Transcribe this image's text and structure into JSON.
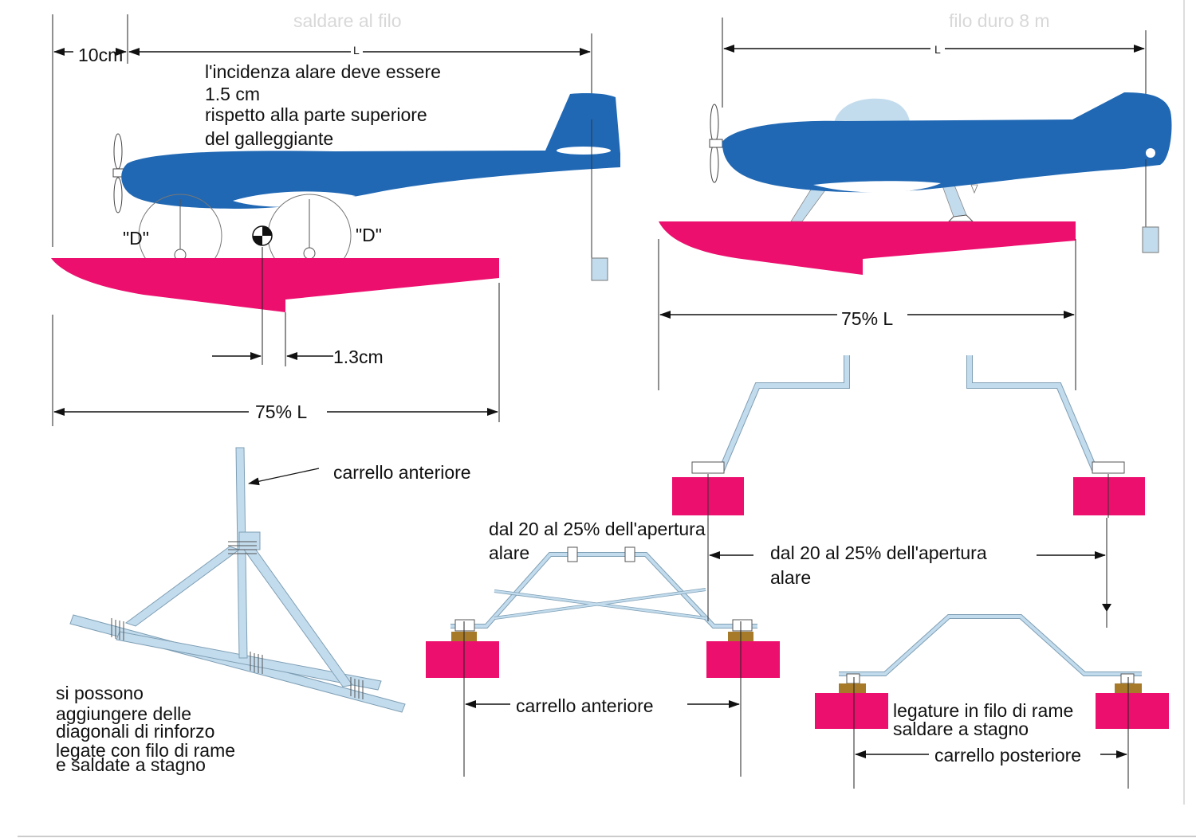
{
  "colors": {
    "fuselage": "#2068b4",
    "float": "#ec0f6e",
    "wire": "#c3dced",
    "canopy": "#c3dced",
    "copper": "#a67a28",
    "line": "#111111"
  },
  "top_left": {
    "dim_10cm": "10cm",
    "dim_L": "L",
    "incidence_line1": "l'incidenza alare deve essere",
    "incidence_line2": "1.5 cm",
    "incidence_line3": "rispetto alla parte superiore",
    "incidence_line4": "del galleggiante",
    "d_left": "\"D\"",
    "d_right": "\"D\"",
    "dim_1_3cm": "1.3cm",
    "dim_75L": "75%  L"
  },
  "top_right": {
    "dim_L": "L",
    "dim_75L": "75%  L"
  },
  "ghost_text": {
    "left_line2": "saldare al filo",
    "right_line": "filo duro 8 m"
  },
  "bottom_left": {
    "front_gear_label": "carrello anteriore",
    "note_line1": "si possono",
    "note_line2": "aggiungere delle",
    "note_line3": "diagonali di rinforzo",
    "note_line4": "legate con filo di rame",
    "note_line5": "e saldate a stagno"
  },
  "bottom_middle": {
    "span_line1": "dal 20 al 25% dell'apertura",
    "span_line2": "alare",
    "front_gear_label": "carrello anteriore"
  },
  "bottom_right": {
    "span_line1": "dal 20 al 25% dell'apertura",
    "span_line2": "alare",
    "binding_line1": "legature in filo di rame",
    "binding_line2": "saldare a stagno",
    "rear_gear_label": "carrello posteriore"
  }
}
